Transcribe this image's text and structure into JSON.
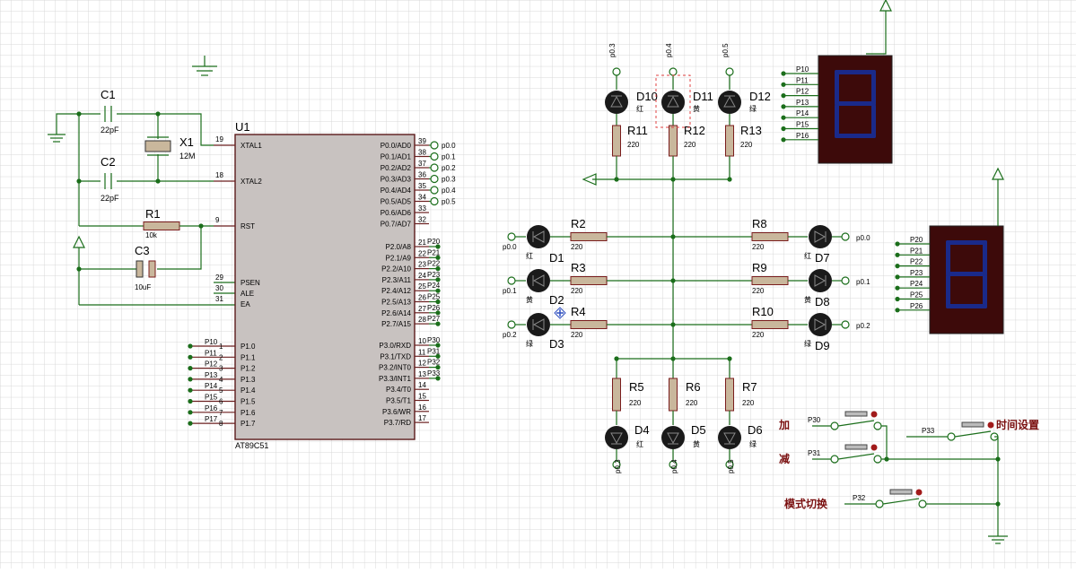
{
  "mcu": {
    "ref": "U1",
    "part": "AT89C51",
    "left_pins": [
      {
        "num": "19",
        "name": "XTAL1"
      },
      {
        "num": "18",
        "name": "XTAL2"
      },
      {
        "num": "9",
        "name": "RST"
      },
      {
        "num": "29",
        "name": "PSEN"
      },
      {
        "num": "30",
        "name": "ALE"
      },
      {
        "num": "31",
        "name": "EA"
      },
      {
        "num": "1",
        "name": "P1.0",
        "net": "P10"
      },
      {
        "num": "2",
        "name": "P1.1",
        "net": "P11"
      },
      {
        "num": "3",
        "name": "P1.2",
        "net": "P12"
      },
      {
        "num": "4",
        "name": "P1.3",
        "net": "P13"
      },
      {
        "num": "5",
        "name": "P1.4",
        "net": "P14"
      },
      {
        "num": "6",
        "name": "P1.5",
        "net": "P15"
      },
      {
        "num": "7",
        "name": "P1.6",
        "net": "P16"
      },
      {
        "num": "8",
        "name": "P1.7",
        "net": "P17"
      }
    ],
    "right_pins": [
      {
        "num": "39",
        "name": "P0.0/AD0",
        "net": "p0.0"
      },
      {
        "num": "38",
        "name": "P0.1/AD1",
        "net": "p0.1"
      },
      {
        "num": "37",
        "name": "P0.2/AD2",
        "net": "p0.2"
      },
      {
        "num": "36",
        "name": "P0.3/AD3",
        "net": "p0.3"
      },
      {
        "num": "35",
        "name": "P0.4/AD4",
        "net": "p0.4"
      },
      {
        "num": "34",
        "name": "P0.5/AD5",
        "net": "p0.5"
      },
      {
        "num": "33",
        "name": "P0.6/AD6",
        "net": ""
      },
      {
        "num": "32",
        "name": "P0.7/AD7",
        "net": ""
      },
      {
        "num": "21",
        "name": "P2.0/A8",
        "net": "P20"
      },
      {
        "num": "22",
        "name": "P2.1/A9",
        "net": "P21"
      },
      {
        "num": "23",
        "name": "P2.2/A10",
        "net": "P22"
      },
      {
        "num": "24",
        "name": "P2.3/A11",
        "net": "P23"
      },
      {
        "num": "25",
        "name": "P2.4/A12",
        "net": "P24"
      },
      {
        "num": "26",
        "name": "P2.5/A13",
        "net": "P25"
      },
      {
        "num": "27",
        "name": "P2.6/A14",
        "net": "P26"
      },
      {
        "num": "28",
        "name": "P2.7/A15",
        "net": "P27"
      },
      {
        "num": "10",
        "name": "P3.0/RXD",
        "net": "P30"
      },
      {
        "num": "11",
        "name": "P3.1/TXD",
        "net": "P31"
      },
      {
        "num": "12",
        "name": "P3.2/INT0",
        "net": "P32"
      },
      {
        "num": "13",
        "name": "P3.3/INT1",
        "net": "P33"
      },
      {
        "num": "14",
        "name": "P3.4/T0",
        "net": ""
      },
      {
        "num": "15",
        "name": "P3.5/T1",
        "net": ""
      },
      {
        "num": "16",
        "name": "P3.6/WR",
        "net": ""
      },
      {
        "num": "17",
        "name": "P3.7/RD",
        "net": ""
      }
    ]
  },
  "crystal": {
    "c1": "C1",
    "c1_val": "22pF",
    "c2": "C2",
    "c2_val": "22pF",
    "x1": "X1",
    "x1_val": "12M"
  },
  "reset": {
    "r1": "R1",
    "r1_val": "10k",
    "c3": "C3",
    "c3_val": "10uF"
  },
  "top_leds": [
    {
      "ref": "D10",
      "color": "红",
      "net": "p0.3",
      "res": "R11",
      "val": "220"
    },
    {
      "ref": "D11",
      "color": "黄",
      "net": "p0.4",
      "res": "R12",
      "val": "220"
    },
    {
      "ref": "D12",
      "color": "绿",
      "net": "p0.5",
      "res": "R13",
      "val": "220"
    }
  ],
  "left_leds": [
    {
      "ref": "D1",
      "color": "红",
      "net": "p0.0",
      "res": "R2",
      "val": "220"
    },
    {
      "ref": "D2",
      "color": "黄",
      "net": "p0.1",
      "res": "R3",
      "val": "220"
    },
    {
      "ref": "D3",
      "color": "绿",
      "net": "p0.2",
      "res": "R4",
      "val": "220"
    }
  ],
  "right_leds": [
    {
      "ref": "D7",
      "color": "红",
      "net": "p0.0",
      "res": "R8",
      "val": "220"
    },
    {
      "ref": "D8",
      "color": "黄",
      "net": "p0.1",
      "res": "R9",
      "val": "220"
    },
    {
      "ref": "D9",
      "color": "绿",
      "net": "p0.2",
      "res": "R10",
      "val": "220"
    }
  ],
  "bottom_leds": [
    {
      "ref": "D4",
      "color": "红",
      "net": "p0.3",
      "res": "R5",
      "val": "220"
    },
    {
      "ref": "D5",
      "color": "黄",
      "net": "p0.4",
      "res": "R6",
      "val": "220"
    },
    {
      "ref": "D6",
      "color": "绿",
      "net": "p0.5",
      "res": "R7",
      "val": "220"
    }
  ],
  "seg_displays": [
    {
      "digit": "8",
      "pins": [
        "P10",
        "P11",
        "P12",
        "P13",
        "P14",
        "P15",
        "P16"
      ]
    },
    {
      "digit": "8",
      "pins": [
        "P20",
        "P21",
        "P22",
        "P23",
        "P24",
        "P25",
        "P26"
      ]
    }
  ],
  "buttons": [
    {
      "label": "加",
      "net": "P30"
    },
    {
      "label": "减",
      "net": "P31"
    },
    {
      "label": "模式切换",
      "net": "P32"
    },
    {
      "label": "时间设置",
      "net": "P33"
    }
  ],
  "colors": {
    "wire": "#1b6e1b",
    "led": "#1a1a1a",
    "seg_bg": "#3d0a0a",
    "seg_on": "#1a2a8a",
    "grid": "#d8d8d8",
    "button": "#a11a1a"
  }
}
